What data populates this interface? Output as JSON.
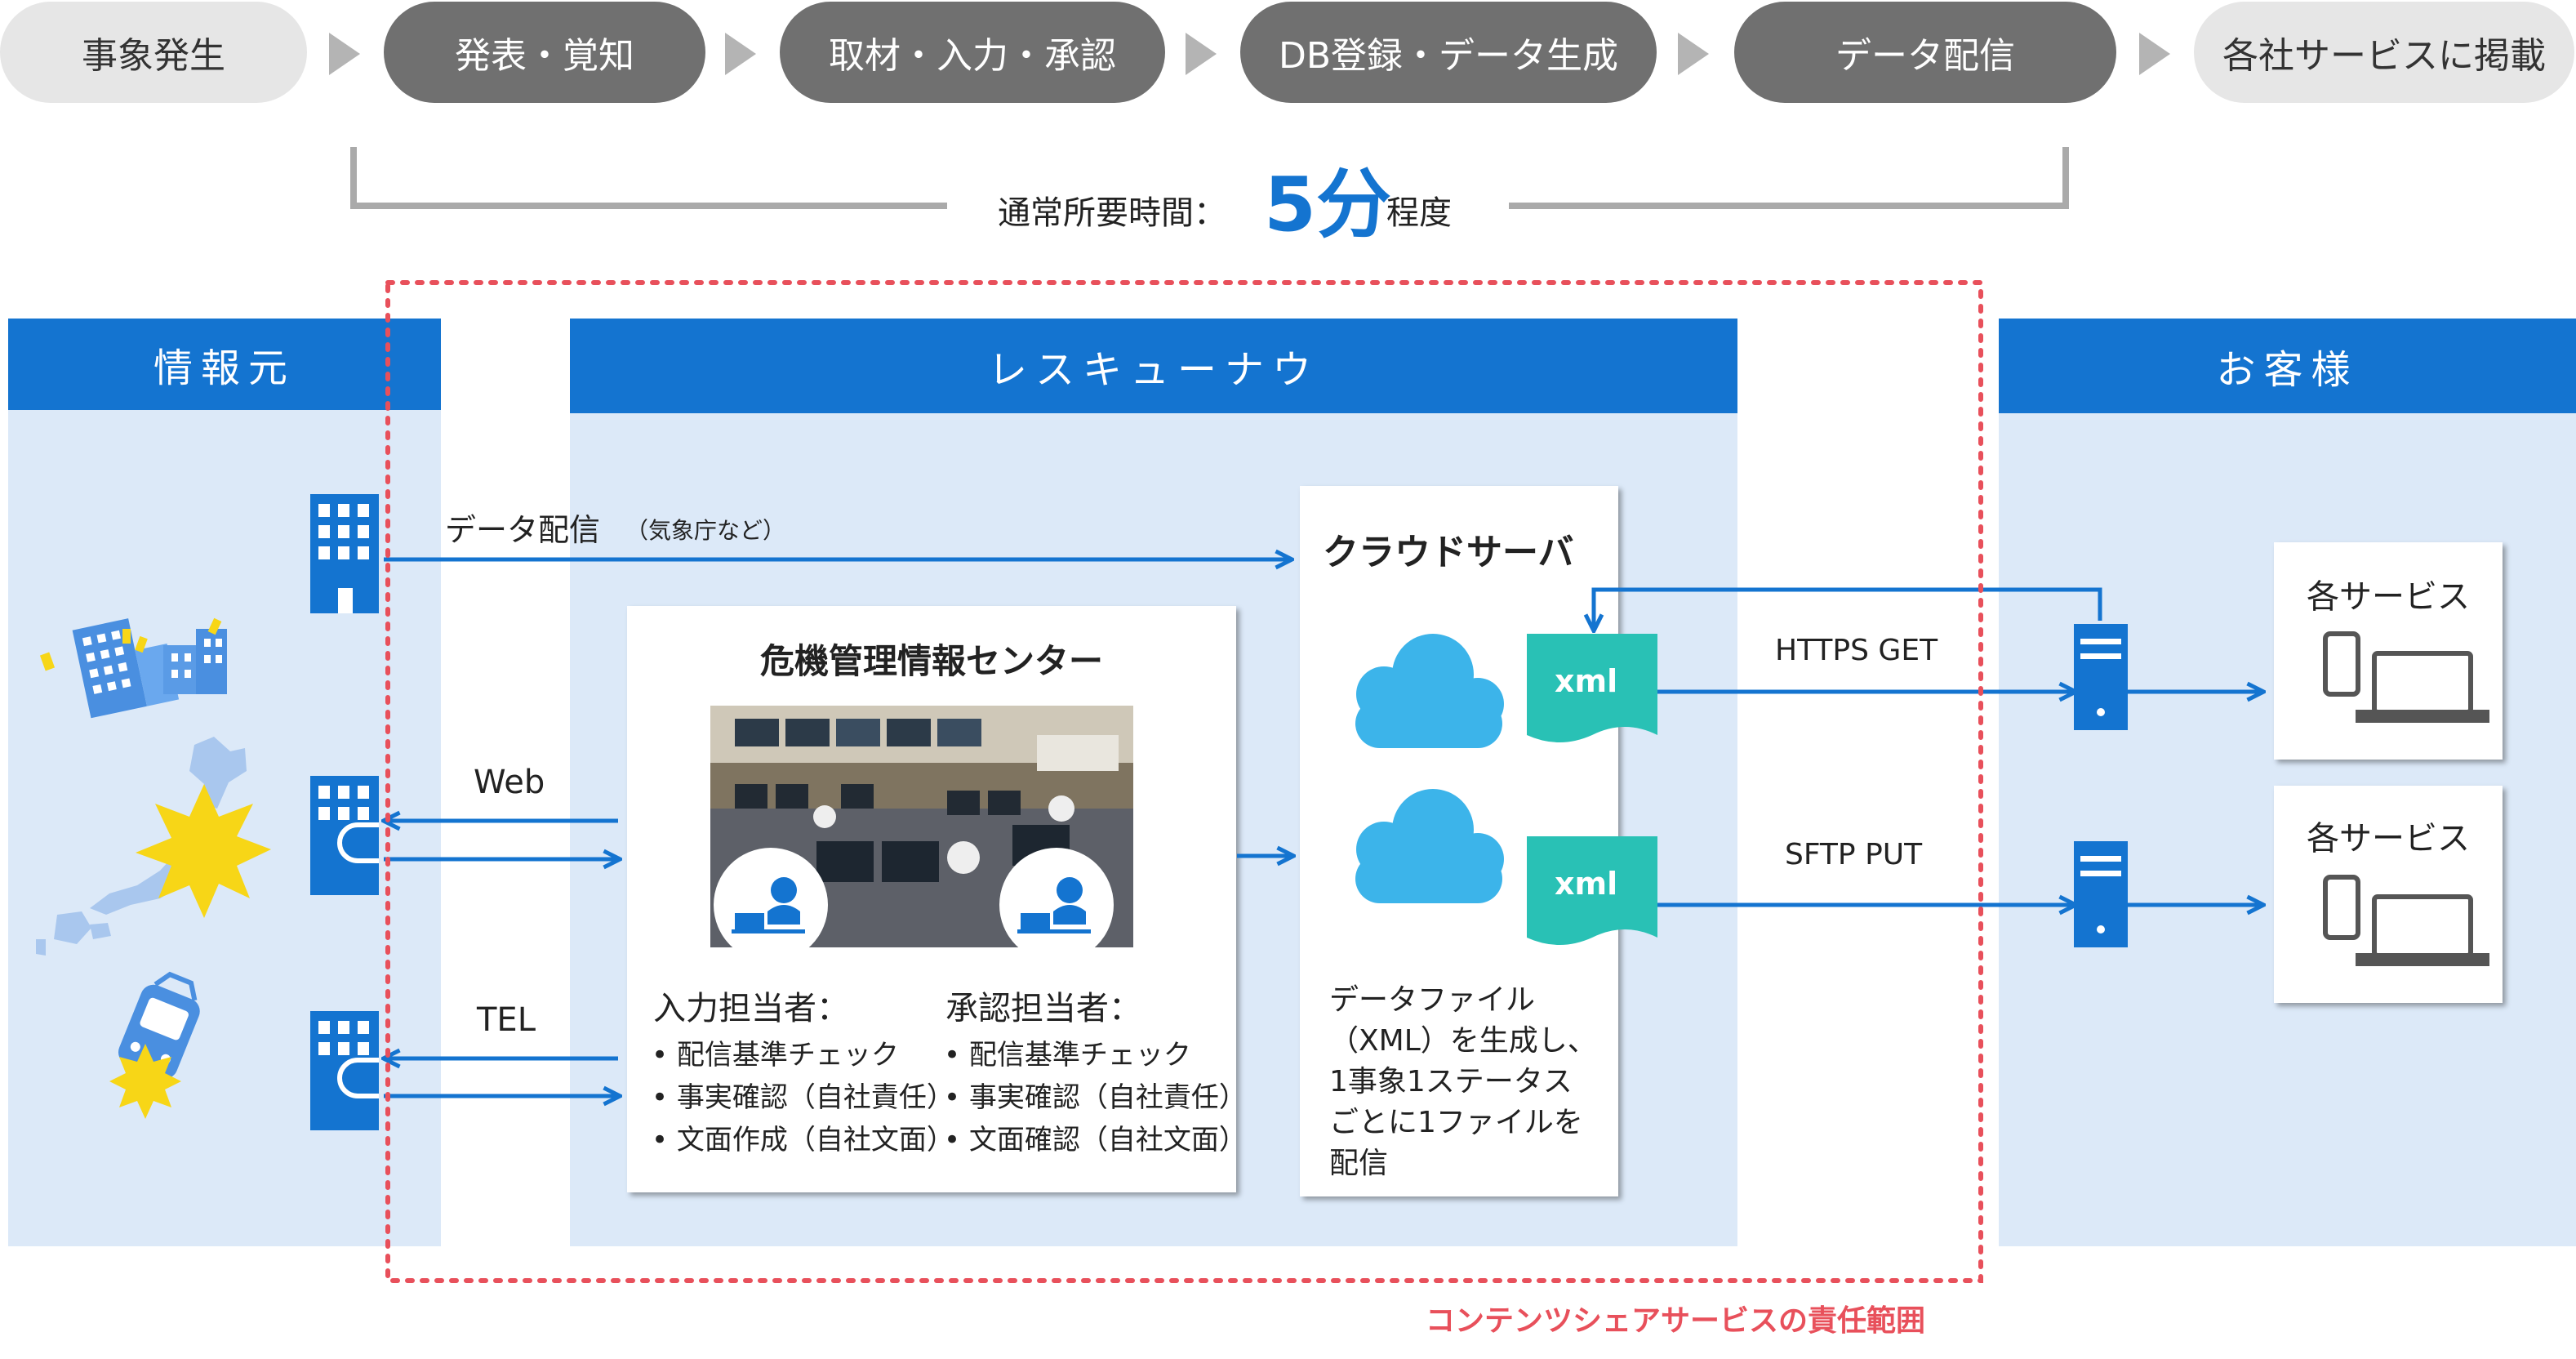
{
  "flow": {
    "steps": [
      "事象発生",
      "発表・覚知",
      "取材・入力・承認",
      "DB登録・データ生成",
      "データ配信",
      "各社サービスに掲載"
    ],
    "time_label": "通常所要時間：",
    "time_value": "5分",
    "time_suffix": "程度"
  },
  "columns": {
    "source": "情報元",
    "rescuenow": "レスキューナウ",
    "customer": "お客様"
  },
  "links": {
    "data_delivery": "データ配信",
    "data_delivery_note": "（気象庁など）",
    "web": "Web",
    "tel": "TEL"
  },
  "center": {
    "title": "危機管理情報センター",
    "input_title": "入力担当者：",
    "input_items": [
      "配信基準チェック",
      "事実確認（自社責任）",
      "文面作成（自社文面）"
    ],
    "approval_title": "承認担当者：",
    "approval_items": [
      "配信基準チェック",
      "事実確認（自社責任）",
      "文面確認（自社文面）"
    ]
  },
  "cloud": {
    "title": "クラウドサーバ",
    "file_label_1": "xml",
    "file_label_2": "xml",
    "description": [
      "データファイル",
      "（XML）を生成し、",
      "1事象1ステータス",
      "ごとに1ファイルを",
      "配信"
    ]
  },
  "protocols": {
    "https": "HTTPS GET",
    "sftp": "SFTP PUT"
  },
  "services": {
    "label_1": "各サービス",
    "label_2": "各サービス"
  },
  "scope_label": "コンテンツシェアサービスの責任範囲",
  "colors": {
    "accent_blue": "#1474d0",
    "light_blue_bg": "#dce9f8",
    "cloud_blue": "#3cb4ea",
    "xml_teal": "#29c1b5",
    "scope_red": "#e8505b",
    "gray_pill": "#707070"
  }
}
